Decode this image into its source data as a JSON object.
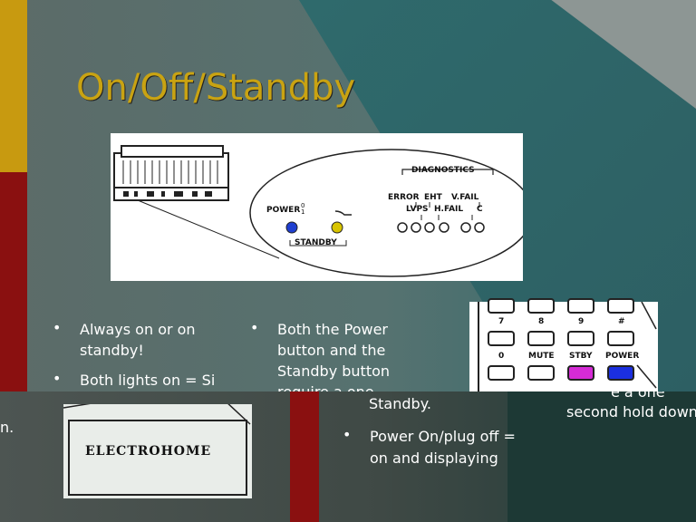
{
  "slide": {
    "title": "On/Off/Standby",
    "bullets_left": [
      "Always on or on standby!",
      "Both lights on = Si"
    ],
    "bullets_middle": [
      "Both the Power button and the Standby button require a one"
    ],
    "bottom_fragment": "Standby.",
    "bottom_bullet": "Power On/plug off = on and displaying",
    "right_fragment_1": "e a one",
    "right_fragment_2": "second hold down",
    "left_edge_fragment": "n."
  },
  "diagram": {
    "power_label": "POWER",
    "power_switch_states": "0\n1",
    "standby_label": "STANDBY",
    "diagnostics_label": "DIAGNOSTICS",
    "row1": [
      "ERROR",
      "EHT",
      "V.FAIL"
    ],
    "row2": [
      "LVPS",
      "H.FAIL",
      "C"
    ]
  },
  "remote": {
    "keys_top": [
      "7",
      "8",
      "9",
      "#"
    ],
    "keys_bottom": [
      "0",
      "MUTE",
      "STBY",
      "POWER"
    ]
  },
  "badge": {
    "brand": "ELECTROHOME"
  },
  "colors": {
    "power_led": "#1f3fd0",
    "standby_led": "#d8c400",
    "stby_button": "#d62bd6",
    "power_button": "#1b2fe0",
    "title_gold": "#c9a312"
  }
}
